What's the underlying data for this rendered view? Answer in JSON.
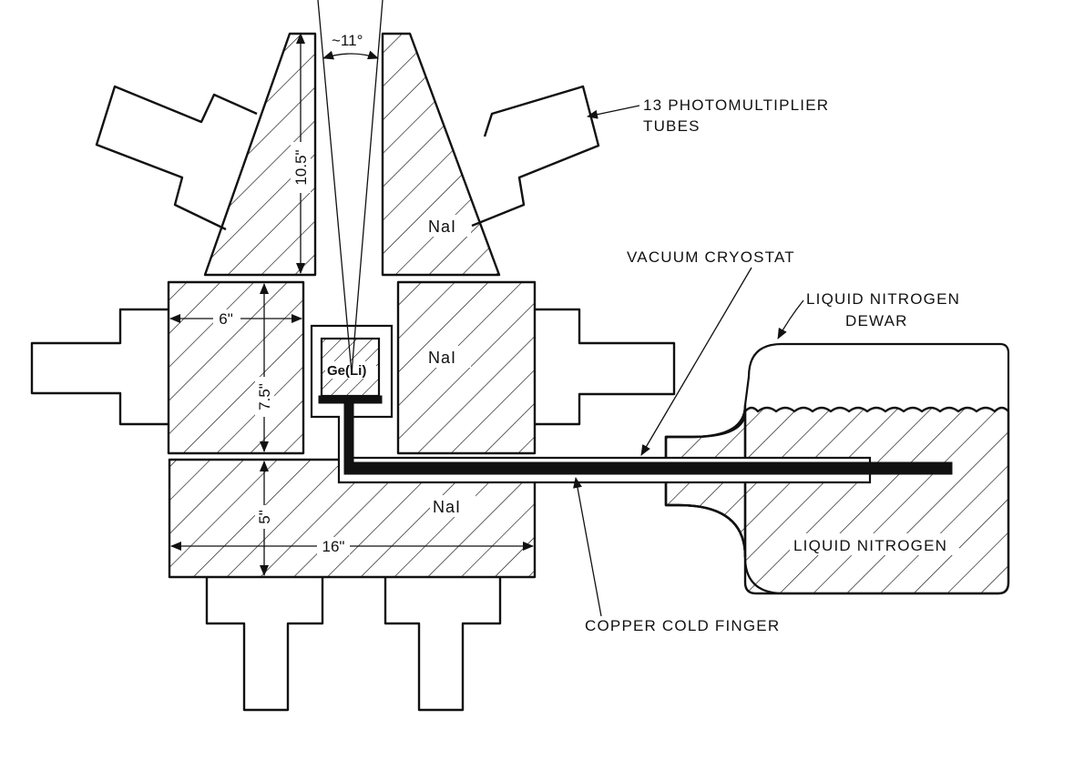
{
  "labels": {
    "photomultiplier_tubes_line1": "13 PHOTOMULTIPLIER",
    "photomultiplier_tubes_line2": "TUBES",
    "vacuum_cryostat": "VACUUM CRYOSTAT",
    "liquid_nitrogen_dewar_line1": "LIQUID NITROGEN",
    "liquid_nitrogen_dewar_line2": "DEWAR",
    "liquid_nitrogen": "LIQUID NITROGEN",
    "copper_cold_finger": "COPPER COLD FINGER"
  },
  "materials": {
    "nai_top": "NaI",
    "nai_middle": "NaI",
    "nai_bottom": "NaI",
    "detector": "Ge(Li)"
  },
  "dimensions": {
    "angle": "~11°",
    "cone_height": "10.5\"",
    "side_width": "6\"",
    "side_height": "7.5\"",
    "base_height": "5\"",
    "base_width": "16\""
  }
}
